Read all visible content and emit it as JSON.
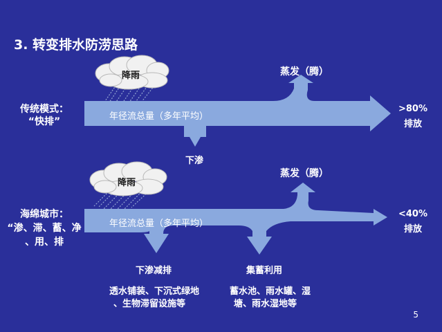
{
  "slide": {
    "title": "3. 转变排水防涝思路",
    "page_number": "5",
    "colors": {
      "background": "#2a2f9a",
      "arrow": "#8aa9de",
      "text": "#ffffff",
      "cloud": "#f1f1f1",
      "rain": "#8aa0c8"
    }
  },
  "traditional": {
    "label_line1": "传统模式：",
    "label_line2": "“快排”",
    "rain": "降雨",
    "evaporation": "蒸发（腾）",
    "flow": "年径流总量（多年平均）",
    "infiltration": "下渗",
    "discharge_pct": ">80%",
    "discharge": "排放"
  },
  "sponge": {
    "label_line1": "海绵城市：",
    "label_line2": "“渗、滞、蓄、净",
    "label_line3": "、用、排",
    "rain": "降雨",
    "evaporation": "蒸发（腾）",
    "flow": "年径流总量（多年平均）",
    "infiltration": "下渗减排",
    "infiltration_desc_line1": "透水铺装、下沉式绿地",
    "infiltration_desc_line2": "、生物滞留设施等",
    "storage": "集蓄利用",
    "storage_desc_line1": "蓄水池、雨水罐、湿",
    "storage_desc_line2": "塘、雨水湿地等",
    "discharge_pct": "<40%",
    "discharge": "排放"
  }
}
